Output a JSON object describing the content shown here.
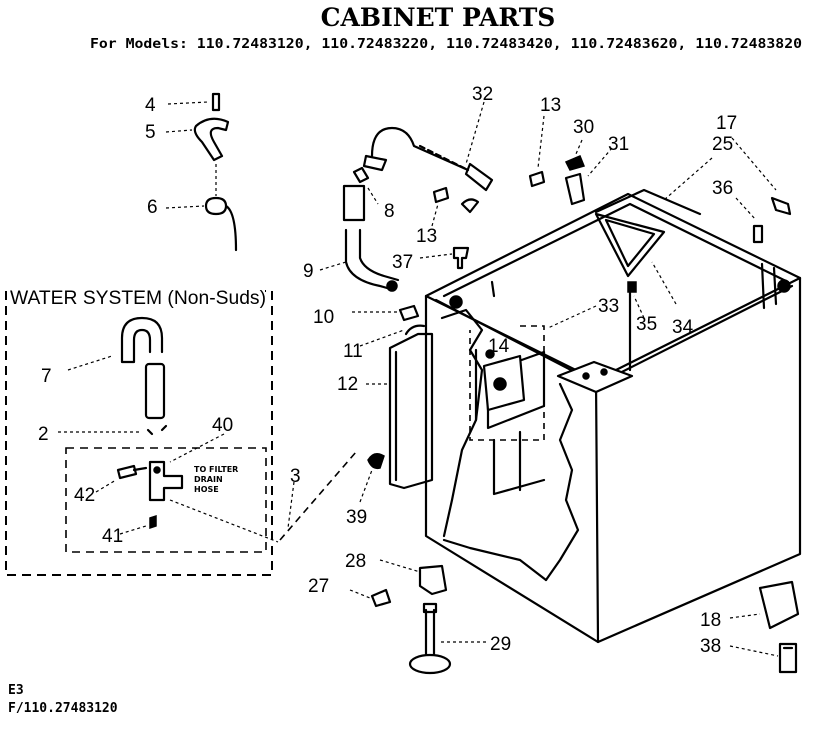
{
  "header": {
    "title": "CABINET PARTS",
    "models": "For Models: 110.72483120, 110.72483220, 110.72483420, 110.72483620, 110.72483820"
  },
  "inset": {
    "label": "WATER SYSTEM (Non-Suds)",
    "note": [
      "TO FILTER",
      "DRAIN",
      "HOSE"
    ]
  },
  "callouts": [
    "4",
    "5",
    "6",
    "7",
    "2",
    "40",
    "42",
    "41",
    "3",
    "32",
    "8",
    "9",
    "10",
    "11",
    "12",
    "13",
    "37",
    "30",
    "31",
    "17",
    "25",
    "36",
    "33",
    "14",
    "35",
    "34",
    "39",
    "28",
    "27",
    "29",
    "18",
    "38",
    "13"
  ],
  "footer": {
    "line1": "E3",
    "line2": "F/110.27483120"
  }
}
